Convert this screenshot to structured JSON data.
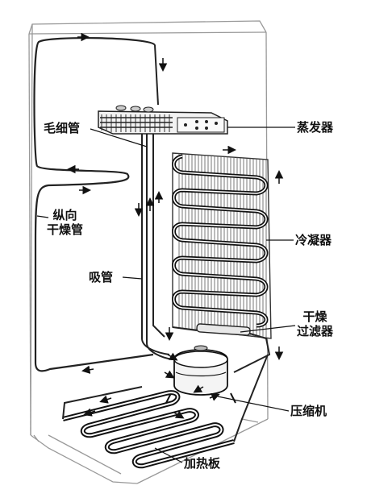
{
  "labels": {
    "capillary": "毛细管",
    "evaporator": "蒸发器",
    "vertical_dryer_line1": "纵向",
    "vertical_dryer_line2": "干燥管",
    "condenser": "冷凝器",
    "suction": "吸管",
    "filter_line1": "干燥",
    "filter_line2": "过滤器",
    "compressor": "压缩机",
    "heater": "加热板"
  }
}
